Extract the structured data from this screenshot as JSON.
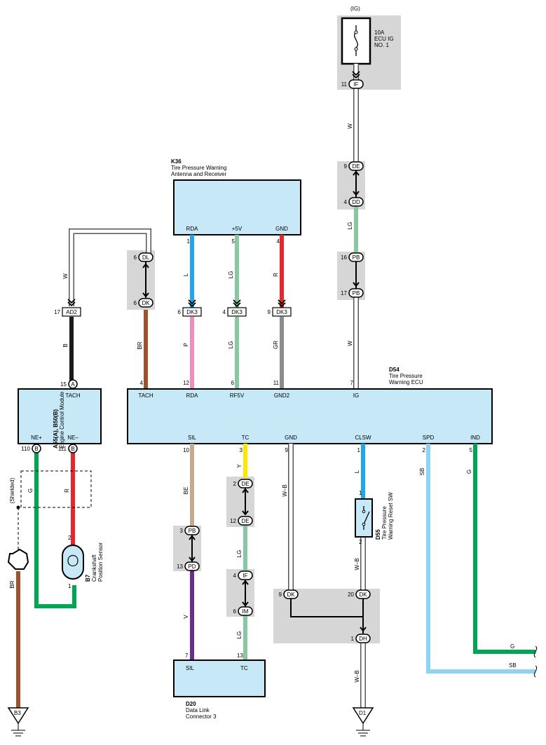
{
  "colors": {
    "W": "#ffffff",
    "B": "#1a1a1a",
    "BR": "#a0522d",
    "L": "#1ea7ea",
    "LG": "#86c9a0",
    "R": "#e8262b",
    "P": "#f28cbd",
    "GR": "#8c8c8c",
    "G": "#00a651",
    "BE": "#c7a98e",
    "Y": "#ffe600",
    "V": "#6c2d91",
    "SB": "#8fd3f4",
    "W-B": "#ffffff",
    "component_fill": "#c7e8f7",
    "shade": "#d6d6d6"
  },
  "fuse": {
    "supply": "(IG)",
    "rating": "10A",
    "name_line1": "ECU IG",
    "name_line2": "NO. 1"
  },
  "k36": {
    "code": "K36",
    "name_line1": "Tire Pressure Warning",
    "name_line2": "Antenna and Receiver",
    "pins": [
      {
        "num": "1",
        "name": "RDA",
        "wire": "L",
        "conn_pin": "6",
        "conn": "DK3",
        "wire2": "P"
      },
      {
        "num": "5",
        "name": "+5V",
        "wire": "LG",
        "conn_pin": "4",
        "conn": "DK3",
        "wire2": "LG"
      },
      {
        "num": "4",
        "name": "GND",
        "wire": "R",
        "conn_pin": "9",
        "conn": "DK3",
        "wire2": "GR"
      }
    ]
  },
  "d54": {
    "code": "D54",
    "name_line1": "Tire Pressure",
    "name_line2": "Warning ECU",
    "top_pins": [
      {
        "num": "4",
        "name": "TACH"
      },
      {
        "num": "12",
        "name": "RDA"
      },
      {
        "num": "6",
        "name": "RF5V"
      },
      {
        "num": "11",
        "name": "GND2"
      },
      {
        "num": "7",
        "name": "IG"
      }
    ],
    "bottom_pins": [
      {
        "num": "10",
        "name": "SIL"
      },
      {
        "num": "3",
        "name": "TC"
      },
      {
        "num": "9",
        "name": "GND"
      },
      {
        "num": "1",
        "name": "CLSW"
      },
      {
        "num": "2",
        "name": "SPD"
      },
      {
        "num": "5",
        "name": "IND"
      }
    ]
  },
  "ecm": {
    "code": "A55(A), B50(B)",
    "name": "Engine Control Module",
    "tach": "TACH",
    "ne_plus": "NE+",
    "ne_minus": "NE–",
    "tach_pin": "15",
    "tach_conn": "A",
    "ne_plus_pin": "110",
    "ne_plus_conn": "B",
    "ne_minus_pin": "111",
    "ne_minus_conn": "B"
  },
  "b7": {
    "code": "B7",
    "name_line1": "Crankshaft",
    "name_line2": "Position Sensor",
    "pin2": "2",
    "pin1": "1"
  },
  "d55": {
    "code": "D55",
    "name_line1": "Tire Pressure",
    "name_line2": "Warning Reset SW",
    "pin1": "1",
    "pin2": "2"
  },
  "d20": {
    "code": "D20",
    "name_line1": "Data Link",
    "name_line2": "Connector 3",
    "pin7": "7",
    "pin13": "13",
    "sil": "SIL",
    "tc": "TC"
  },
  "connectors": {
    "if_top": {
      "pin": "11",
      "code": "IF"
    },
    "de_de": {
      "pin": "9",
      "code": "DE"
    },
    "dd": {
      "pin": "4",
      "code": "DD"
    },
    "pb16": {
      "pin": "16",
      "code": "PB"
    },
    "pb17": {
      "pin": "17",
      "code": "PB"
    },
    "dl": {
      "pin": "6",
      "code": "DL"
    },
    "dk_top": {
      "pin": "6",
      "code": "DK"
    },
    "ad2": {
      "pin": "17",
      "code": "AD2"
    },
    "de2": {
      "pin": "2",
      "code": "DE"
    },
    "de12": {
      "pin": "12",
      "code": "DE"
    },
    "pb3": {
      "pin": "3",
      "code": "PB"
    },
    "pd13": {
      "pin": "13",
      "code": "PD"
    },
    "if4": {
      "pin": "4",
      "code": "IF"
    },
    "im6": {
      "pin": "6",
      "code": "IM"
    },
    "dk9": {
      "pin": "9",
      "code": "DK"
    },
    "dk20": {
      "pin": "20",
      "code": "DK"
    },
    "dh1": {
      "pin": "1",
      "code": "DH"
    }
  },
  "wire_labels": {
    "ig_w1": "W",
    "ig_lg": "LG",
    "ig_w2": "W",
    "tach_w": "W",
    "tach_b": "B",
    "tach_br": "BR",
    "ne_g": "G",
    "ne_r": "R",
    "shielded": "(Shielded)",
    "ground_br": "BR",
    "sil_be": "BE",
    "sil_v": "V",
    "tc_y": "Y",
    "tc_lg1": "LG",
    "tc_lg2": "LG",
    "gnd_wb": "W–B",
    "clsw_l": "L",
    "sw_wb": "W–B",
    "d1_wb": "W–B",
    "spd_sb": "SB",
    "ind_g": "G",
    "out_g": "G",
    "out_sb": "SB"
  },
  "grounds": {
    "b3": "B3",
    "d1": "D1"
  }
}
